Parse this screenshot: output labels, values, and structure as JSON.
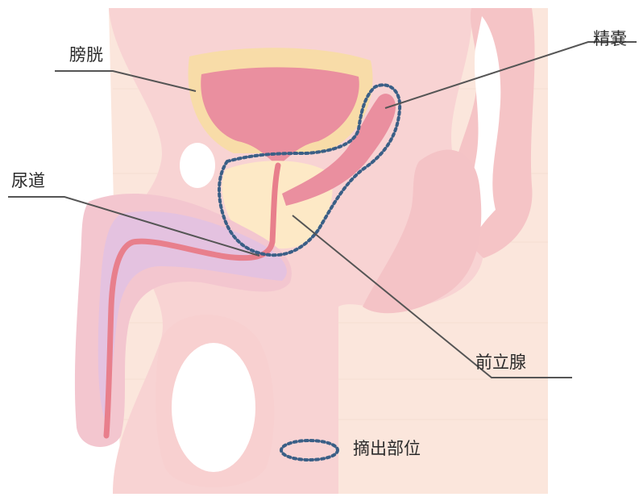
{
  "labels": {
    "bladder": "膀胱",
    "seminal_vesicle": "精嚢",
    "urethra": "尿道",
    "prostate": "前立腺"
  },
  "legend": {
    "resection_area": "摘出部位"
  },
  "colors": {
    "body": "#f9d8d6",
    "body_inner": "#f6cfd0",
    "bone_white": "#ffffff",
    "bladder_outer": "#f8dca8",
    "bladder_inner": "#ea8f9f",
    "prostate": "#fde9c6",
    "penis": "#e4c2e0",
    "urethra": "#e87f8c",
    "dotted_outline": "#3a5f86",
    "leader_line": "#555555",
    "background_band": "#fdf0e6"
  }
}
